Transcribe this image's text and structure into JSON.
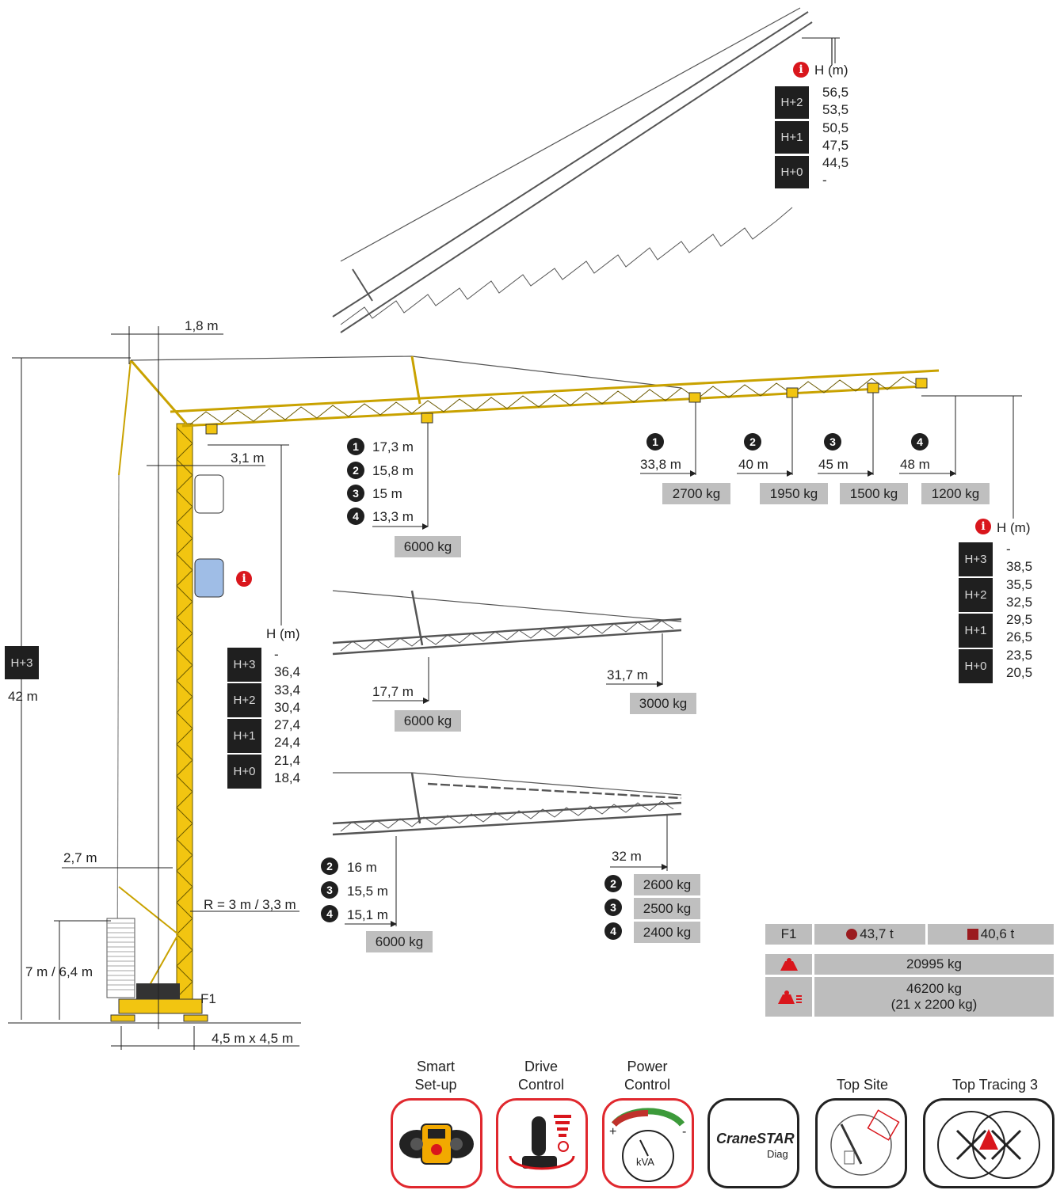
{
  "colors": {
    "crane_yellow": "#f2c511",
    "label_grey": "#bfbfbf",
    "label_dark": "#1f1f1f",
    "accent_red": "#e0282e",
    "load_red": "#9b1b1f"
  },
  "luffed_jib": {
    "h_header": "H (m)",
    "sections": [
      "H+2",
      "H+1",
      "H+0"
    ],
    "heights": [
      "56,5",
      "53,5",
      "50,5",
      "47,5",
      "44,5",
      "-"
    ]
  },
  "main_jib": {
    "dims": {
      "top_offset": "1,8 m",
      "cab_offset": "3,1 m",
      "ballast_offset": "2,7 m",
      "slew_radius": "R = 3 m / 3,3 m",
      "ballast_height": "7 m / 6,4 m",
      "base": "4,5 m x 4,5 m",
      "foot_load": "F1"
    },
    "overall_section": "H+3",
    "overall_height": "42 m",
    "max_load_radii": [
      {
        "n": "1",
        "radius": "17,3 m"
      },
      {
        "n": "2",
        "radius": "15,8 m"
      },
      {
        "n": "3",
        "radius": "15 m"
      },
      {
        "n": "4",
        "radius": "13,3 m"
      }
    ],
    "max_load": "6000 kg",
    "tip_loads": [
      {
        "n": "1",
        "radius": "33,8 m",
        "load": "2700 kg"
      },
      {
        "n": "2",
        "radius": "40 m",
        "load": "1950 kg"
      },
      {
        "n": "3",
        "radius": "45 m",
        "load": "1500 kg"
      },
      {
        "n": "4",
        "radius": "48 m",
        "load": "1200 kg"
      }
    ]
  },
  "tower_heights": {
    "h_header": "H (m)",
    "sections": [
      "H+3",
      "H+2",
      "H+1",
      "H+0"
    ],
    "values": [
      "-",
      "36,4",
      "33,4",
      "30,4",
      "27,4",
      "24,4",
      "21,4",
      "18,4"
    ]
  },
  "right_heights": {
    "h_header": "H (m)",
    "sections": [
      "H+3",
      "H+2",
      "H+1",
      "H+0"
    ],
    "values": [
      "-",
      "38,5",
      "35,5",
      "32,5",
      "29,5",
      "26,5",
      "23,5",
      "20,5"
    ]
  },
  "short_jib": {
    "radius_a": "17,7 m",
    "load_a": "6000 kg",
    "radius_b": "31,7 m",
    "load_b": "3000 kg"
  },
  "mid_jib": {
    "radii": [
      {
        "n": "2",
        "radius": "16 m"
      },
      {
        "n": "3",
        "radius": "15,5 m"
      },
      {
        "n": "4",
        "radius": "15,1 m"
      }
    ],
    "load": "6000 kg",
    "tip_radius": "32 m",
    "tip_loads": [
      {
        "n": "2",
        "load": "2600 kg"
      },
      {
        "n": "3",
        "load": "2500 kg"
      },
      {
        "n": "4",
        "load": "2400 kg"
      }
    ]
  },
  "loads_table": {
    "f1_label": "F1",
    "load_round": "43,7 t",
    "load_square": "40,6 t",
    "crane_weight": "20995 kg",
    "ballast_weight": "46200 kg",
    "ballast_detail": "(21 x 2200 kg)"
  },
  "features": [
    {
      "label": "Smart\nSet-up",
      "icon": "remote-control-icon"
    },
    {
      "label": "Drive\nControl",
      "icon": "joystick-icon"
    },
    {
      "label": "Power\nControl",
      "icon": "kva-gauge-icon",
      "gauge_unit": "kVA"
    },
    {
      "label": "",
      "icon": "cranestar-logo",
      "logo_text": "CraneSTAR",
      "logo_sub": "Diag"
    },
    {
      "label": "Top Site",
      "icon": "top-site-icon"
    },
    {
      "label": "Top Tracing 3",
      "icon": "top-tracing-icon"
    }
  ]
}
